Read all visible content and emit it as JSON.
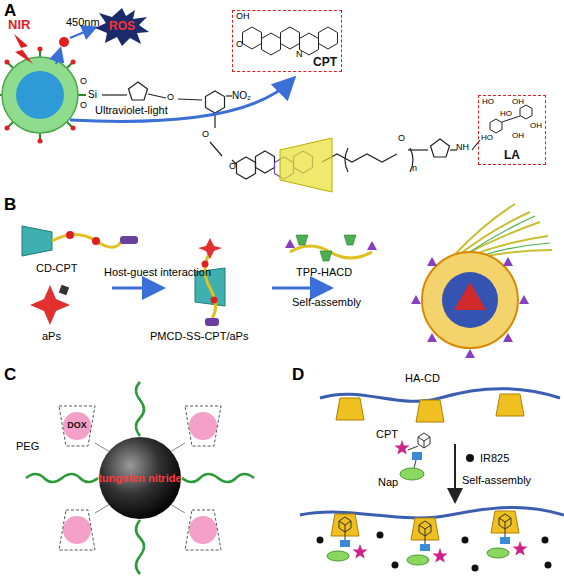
{
  "diagram": {
    "nodes": [
      {
        "text": [
          "ROS"
        ]
      },
      {
        "text": [
          "CPT"
        ]
      },
      {
        "text": [
          "LA"
        ]
      },
      {
        "text": [
          "tungsten nitride"
        ]
      },
      {
        "text": [
          "DOX"
        ]
      }
    ],
    "labels": [
      "A",
      "NIR",
      "450nm",
      "Ultraviolet-light",
      "NO₂",
      "O",
      "Si",
      "O",
      "O",
      "OH",
      "O",
      "N",
      "O",
      "O",
      "O",
      "n",
      "NH",
      "HO",
      "OH",
      "HO",
      "OH",
      "HO",
      "OH",
      "B",
      "CD-CPT",
      "aPs",
      "Host-guest interaction",
      "PMCD-SS-CPT/aPs",
      "TPP-HACD",
      "Self-assembly",
      "C",
      "PEG",
      "D",
      "HA-CD",
      "CPT",
      "Nap",
      "IR825",
      "Self-assembly"
    ]
  }
}
